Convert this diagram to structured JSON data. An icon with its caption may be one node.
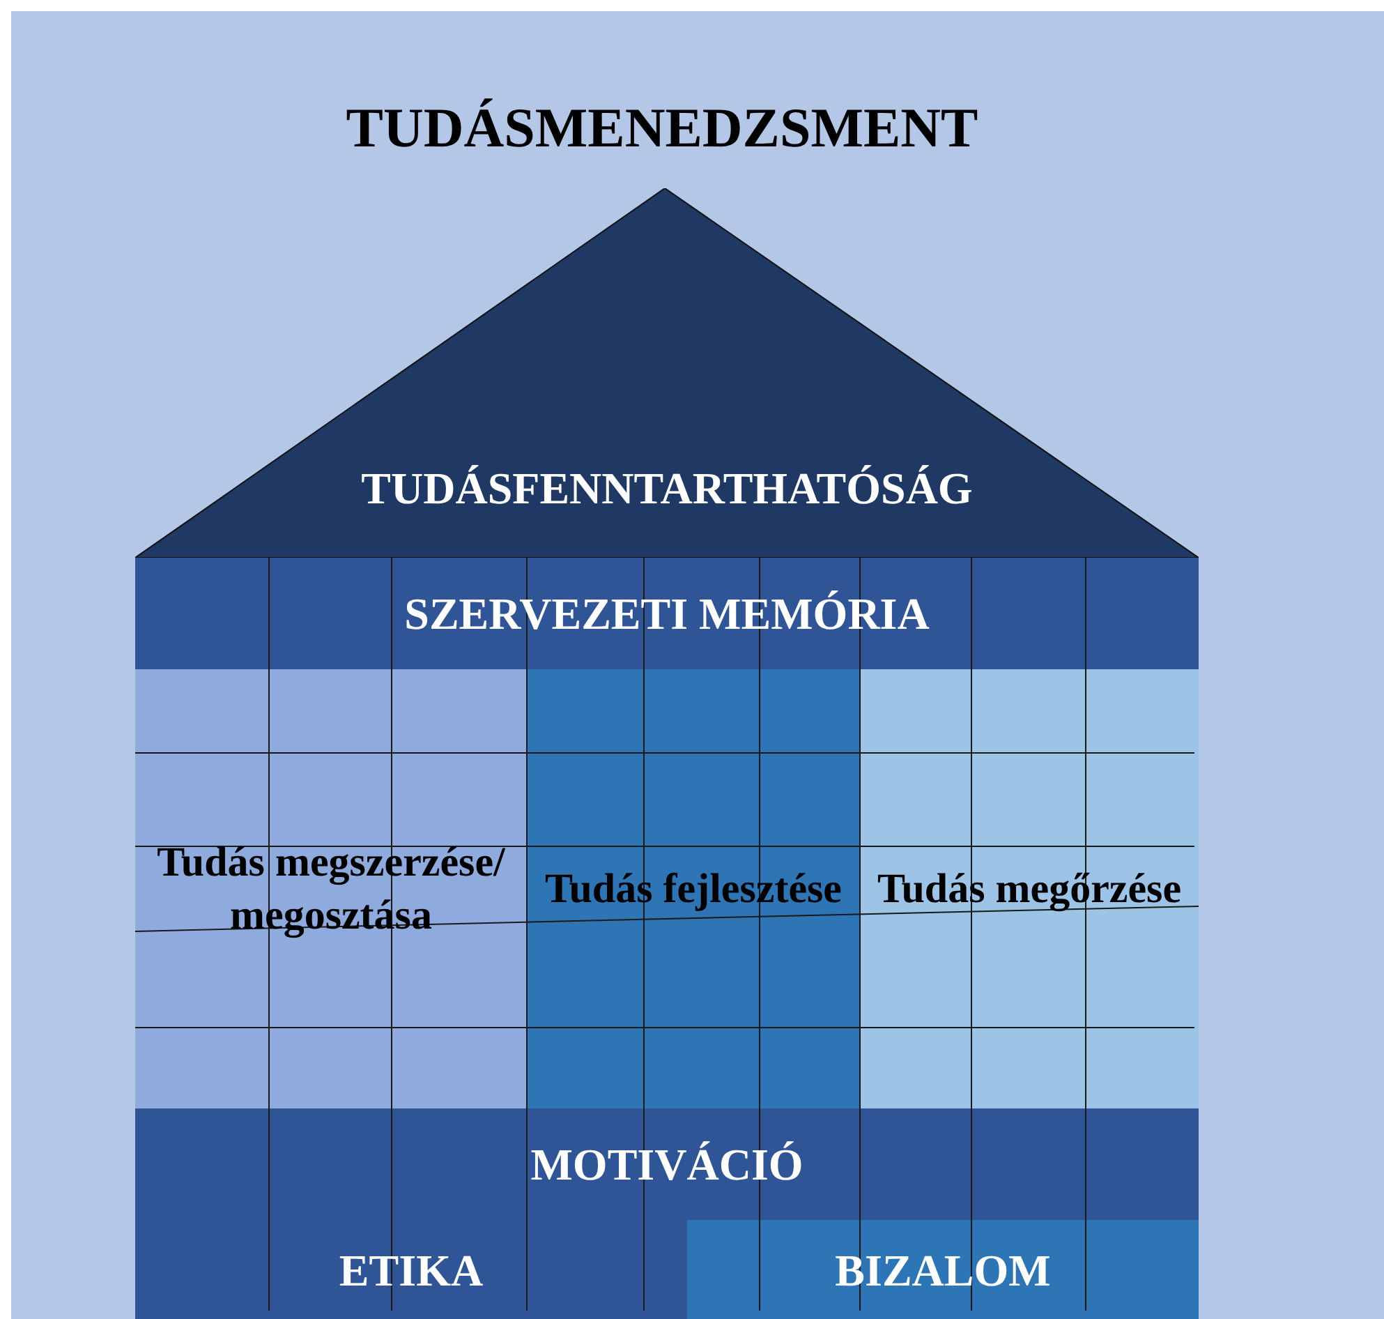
{
  "diagram": {
    "title": "TUDÁSMENEDZSMENT",
    "nodes": [
      {
        "text": [
          "TUDÁSFENNTARTHATÓSÁG"
        ]
      },
      {
        "text": [
          "SZERVEZETI MEMÓRIA"
        ]
      },
      {
        "text": [
          "Tudás megszerzése/ megosztása"
        ]
      },
      {
        "text": [
          "Tudás fejlesztése"
        ]
      },
      {
        "text": [
          "Tudás megőrzése"
        ]
      },
      {
        "text": [
          "MOTIVÁCIÓ"
        ]
      },
      {
        "text": [
          "ETIKA"
        ]
      },
      {
        "text": [
          "BIZALOM"
        ]
      }
    ],
    "edges": []
  }
}
